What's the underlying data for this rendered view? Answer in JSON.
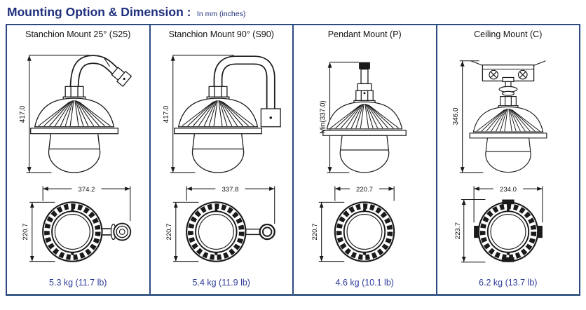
{
  "page": {
    "title": "Mounting Option & Dimension :",
    "unit_note": "In mm (inches)"
  },
  "colors": {
    "title_text": "#1e2f7d",
    "table_border": "#2a4a80",
    "weight_text": "#2c3b99",
    "drawing_line": "#1a1a1a"
  },
  "columns": [
    {
      "header": "Stanchion Mount 25° (S25)",
      "side_dim": "417.0",
      "top_width": "374.2",
      "top_height": "220.7",
      "weight": "5.3 kg (11.7 lb)"
    },
    {
      "header": "Stanchion Mount 90° (S90)",
      "side_dim": "417.0",
      "top_width": "337.8",
      "top_height": "220.7",
      "weight": "5.4 kg (11.9 lb)"
    },
    {
      "header": "Pendant Mount (P)",
      "side_dim": "Min(337.0)",
      "top_width": "220.7",
      "top_height": "220.7",
      "weight": "4.6 kg (10.1 lb)"
    },
    {
      "header": "Ceiling Mount (C)",
      "side_dim": "346.0",
      "top_width": "234.0",
      "top_height": "223.7",
      "weight": "6.2 kg (13.7 lb)"
    }
  ]
}
